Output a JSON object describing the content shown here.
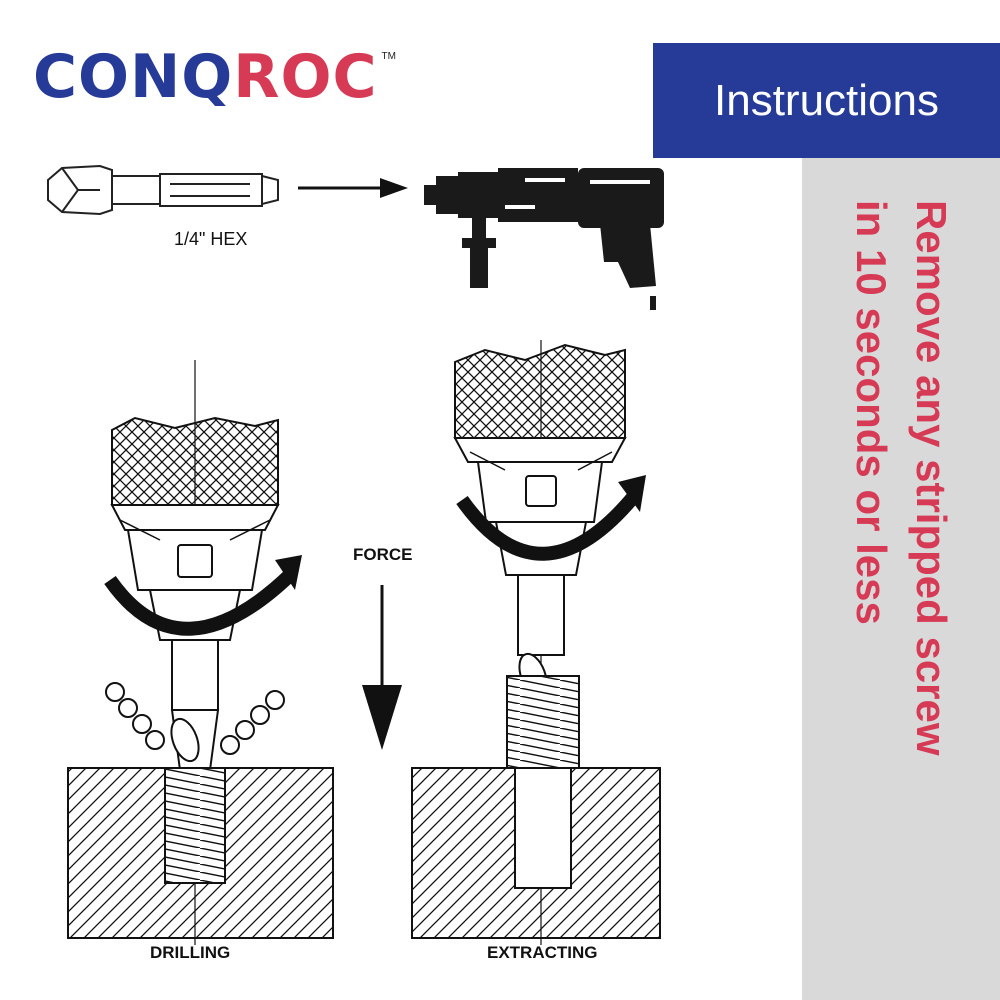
{
  "brand": {
    "part1": "CONQ",
    "part2": "ROC",
    "trademark": "TM",
    "color_part1": "#263a97",
    "color_part2": "#d63a55"
  },
  "banner": {
    "title": "Instructions",
    "color": "#263a97"
  },
  "tagline": {
    "line1": "Remove any stripped screw",
    "line2": "in 10 seconds or less",
    "color": "#d63a55"
  },
  "diagram": {
    "hex_label": "1/4\" HEX",
    "force_label": "FORCE",
    "drilling_label": "DRILLING",
    "extracting_label": "EXTRACTING",
    "icons": [
      "bit-icon",
      "drill-icon",
      "right-arrow-icon",
      "chuck-icon",
      "rotation-arrow-icon",
      "force-arrow-icon",
      "spring-chips-icon",
      "workpiece-icon"
    ]
  }
}
